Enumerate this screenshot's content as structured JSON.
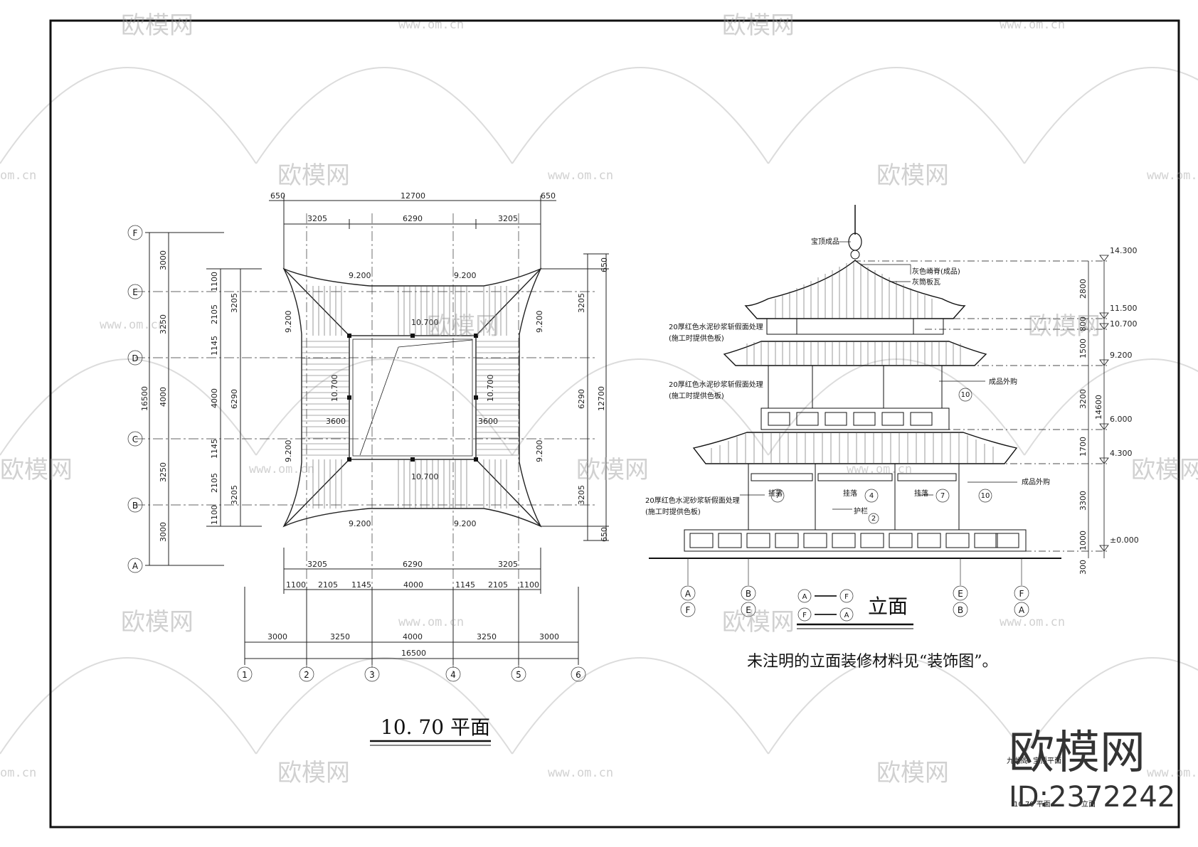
{
  "plan": {
    "title": "10. 70 平面",
    "dims_top_overall": [
      "650",
      "12700",
      "650"
    ],
    "dims_top_parts": [
      "3205",
      "6290",
      "3205"
    ],
    "dims_bottom_parts": [
      "3205",
      "6290",
      "3205"
    ],
    "dims_bottom_sub": [
      "1100",
      "2105",
      "1145",
      "4000",
      "1145",
      "2105",
      "1100"
    ],
    "dims_bottom_axis": [
      "3000",
      "3250",
      "4000",
      "3250",
      "3000"
    ],
    "dims_bottom_total": "16500",
    "dims_left_axis": [
      "3000",
      "3250",
      "4000",
      "3250",
      "3000"
    ],
    "dims_left_total": "16500",
    "dims_left_sub": [
      "1100",
      "2105",
      "1145",
      "4000",
      "1145",
      "2105",
      "1100"
    ],
    "dims_left_parts": [
      "3205",
      "6290",
      "3205"
    ],
    "dims_right_parts": [
      "650",
      "3205",
      "6290",
      "3205",
      "650"
    ],
    "dims_right_total": "12700",
    "elevations": {
      "roof_corner": "9.200",
      "ridge": "10.700",
      "inner": "3600"
    },
    "grid_rows": [
      "F",
      "E",
      "D",
      "C",
      "B",
      "A"
    ],
    "grid_cols": [
      "1",
      "2",
      "3",
      "4",
      "5",
      "6"
    ]
  },
  "elevation": {
    "title": "立面",
    "axis_pairs_left": [
      "A",
      "F"
    ],
    "axis_pairs_right": [
      "F",
      "A"
    ],
    "axis_bottom_top": [
      "A",
      "B",
      "E",
      "F"
    ],
    "axis_bottom_bot": [
      "F",
      "E",
      "B",
      "A"
    ],
    "notes": {
      "baoding": "宝顶成品",
      "ridge": "灰色嵴脊(成品)",
      "tile": "灰筒板瓦",
      "finish1": "20厚红色水泥砂浆斩假面处理",
      "finish1b": "(施工时提供色板)",
      "finish2": "20厚红色水泥砂浆斩假面处理",
      "finish2b": "(施工时提供色板)",
      "finish3": "20厚红色水泥砂浆斩假面处理",
      "finish3b": "(施工时提供色板)",
      "bought1": "成品外购",
      "bought2": "成品外购",
      "hang": "挂落",
      "rail": "护栏"
    },
    "levels": [
      "14.300",
      "11.500",
      "10.700",
      "9.200",
      "6.000",
      "4.300",
      "±0.000"
    ],
    "level_dims": [
      "2800",
      "800",
      "1500",
      "3200",
      "1700",
      "3300",
      "1000",
      "300"
    ],
    "level_total": "14600",
    "detail_refs": [
      "10",
      "08",
      "7",
      "4",
      "2"
    ]
  },
  "footnote": "未注明的立面装修材料见“装饰图”。",
  "title_block": {
    "line1": "九龙阁",
    "line2": "宝顶平面",
    "line3": "10.70 平面",
    "line4": "立面"
  },
  "watermark": {
    "brand": "欧模网",
    "url": "www.om.cn",
    "url_short": "om.cn",
    "id": "ID:2372242"
  }
}
